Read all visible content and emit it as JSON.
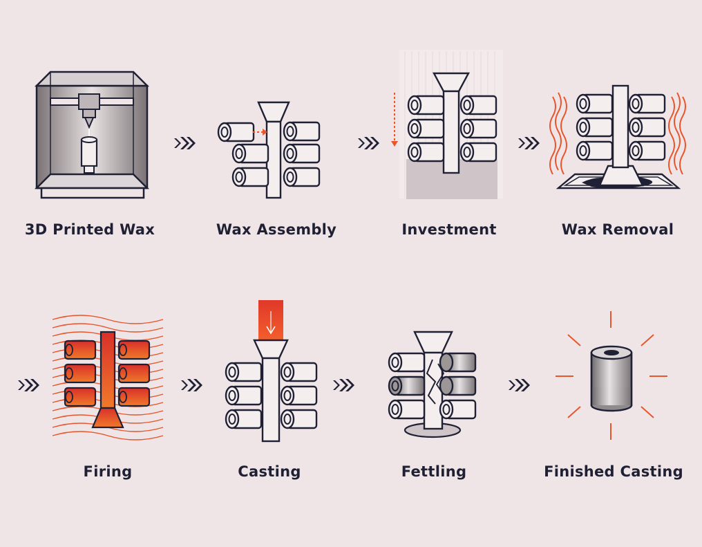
{
  "steps": [
    {
      "label": "3D Printed Wax"
    },
    {
      "label": "Wax Assembly"
    },
    {
      "label": "Investment"
    },
    {
      "label": "Wax Removal"
    },
    {
      "label": "Firing"
    },
    {
      "label": "Casting"
    },
    {
      "label": "Fettling"
    },
    {
      "label": "Finished Casting"
    }
  ],
  "colors": {
    "background": "#efe4e6",
    "ink": "#1f2033",
    "accent": "#e8552a",
    "hot": "#e03a2c",
    "investment": "#cfc4c7",
    "metal": "#8f8a8b"
  },
  "icons": [
    "printer-icon",
    "wax-tree-icon",
    "investment-shell-icon",
    "wax-removal-icon",
    "firing-icon",
    "casting-icon",
    "fettling-icon",
    "finished-casting-icon",
    "chevron-arrow-icon"
  ]
}
